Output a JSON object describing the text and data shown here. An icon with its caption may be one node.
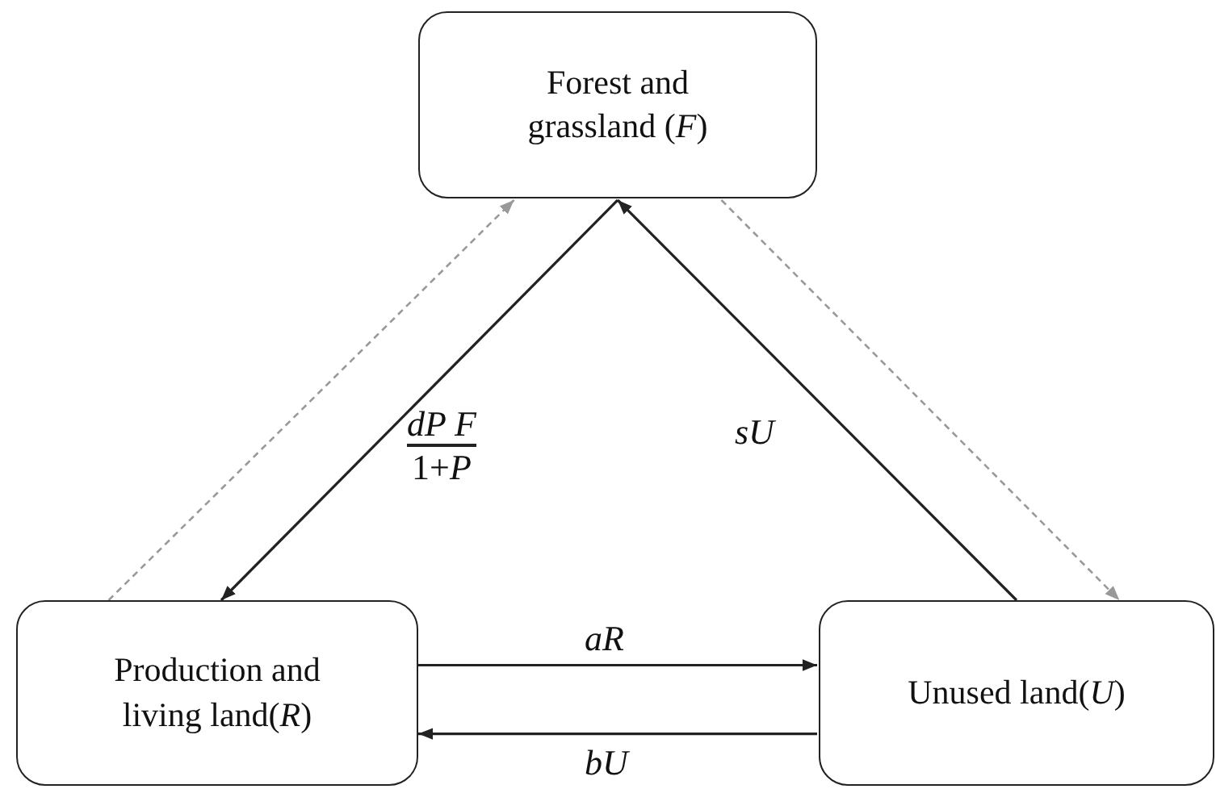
{
  "diagram": {
    "nodes": [
      {
        "text": [
          "Forest and grassland (*F*)"
        ]
      },
      {
        "text": [
          "Production and living land(*R*)"
        ]
      },
      {
        "text": [
          "Unused land(*U*)"
        ]
      }
    ],
    "edges": [
      {
        "from": 1,
        "to": 0,
        "arrow": "to",
        "style": "dashed",
        "color": "#999999"
      },
      {
        "from": 0,
        "to": 1,
        "arrow": "to"
      },
      {
        "from": 2,
        "to": 0,
        "arrow": "to",
        "label": "sU"
      },
      {
        "from": 0,
        "to": 2,
        "arrow": "to",
        "style": "dashed",
        "color": "#999999"
      },
      {
        "from": 1,
        "to": 2,
        "arrow": "to",
        "label": "aR"
      },
      {
        "from": 2,
        "to": 1,
        "arrow": "to",
        "label": "bU"
      }
    ],
    "labels": [
      "dP F",
      "1+*P*"
    ]
  }
}
